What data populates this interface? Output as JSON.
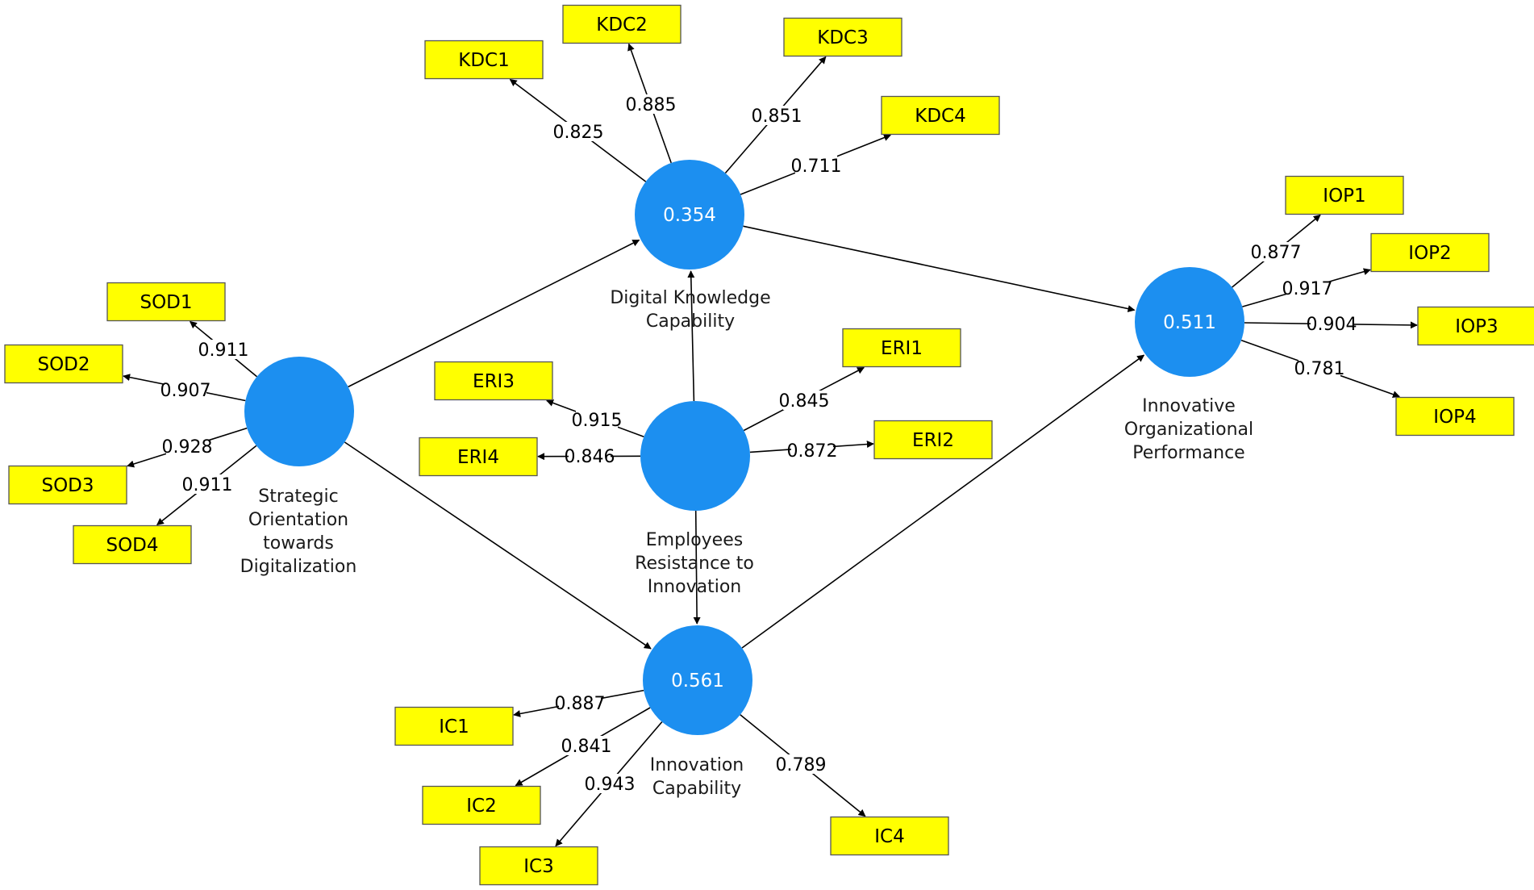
{
  "diagram": {
    "colors": {
      "construct_fill": "#1c8ff0",
      "indicator_fill": "#ffff00",
      "arrow": "#000000"
    },
    "constructs": [
      {
        "id": "SOD",
        "name_lines": [
          "Strategic",
          "Orientation",
          "towards",
          "Digitalization"
        ],
        "r2": ""
      },
      {
        "id": "DKC",
        "name_lines": [
          "Digital Knowledge",
          "Capability"
        ],
        "r2": "0.354"
      },
      {
        "id": "ERI",
        "name_lines": [
          "Employees",
          "Resistance to",
          "Innovation"
        ],
        "r2": ""
      },
      {
        "id": "IC",
        "name_lines": [
          "Innovation",
          "Capability"
        ],
        "r2": "0.561"
      },
      {
        "id": "IOP",
        "name_lines": [
          "Innovative",
          "Organizational",
          "Performance"
        ],
        "r2": "0.511"
      }
    ],
    "paths": [
      {
        "from": "SOD",
        "to": "DKC"
      },
      {
        "from": "SOD",
        "to": "IC"
      },
      {
        "from": "ERI",
        "to": "DKC"
      },
      {
        "from": "ERI",
        "to": "IC"
      },
      {
        "from": "DKC",
        "to": "IOP"
      },
      {
        "from": "IC",
        "to": "IOP"
      }
    ],
    "indicators": [
      {
        "label": "KDC1",
        "construct": "DKC",
        "loading": "0.825"
      },
      {
        "label": "KDC2",
        "construct": "DKC",
        "loading": "0.885"
      },
      {
        "label": "KDC3",
        "construct": "DKC",
        "loading": "0.851"
      },
      {
        "label": "KDC4",
        "construct": "DKC",
        "loading": "0.711"
      },
      {
        "label": "SOD1",
        "construct": "SOD",
        "loading": "0.911"
      },
      {
        "label": "SOD2",
        "construct": "SOD",
        "loading": "0.907"
      },
      {
        "label": "SOD3",
        "construct": "SOD",
        "loading": "0.928"
      },
      {
        "label": "SOD4",
        "construct": "SOD",
        "loading": "0.911"
      },
      {
        "label": "ERI1",
        "construct": "ERI",
        "loading": "0.845"
      },
      {
        "label": "ERI2",
        "construct": "ERI",
        "loading": "0.872"
      },
      {
        "label": "ERI3",
        "construct": "ERI",
        "loading": "0.915"
      },
      {
        "label": "ERI4",
        "construct": "ERI",
        "loading": "0.846"
      },
      {
        "label": "IOP1",
        "construct": "IOP",
        "loading": "0.877"
      },
      {
        "label": "IOP2",
        "construct": "IOP",
        "loading": "0.917"
      },
      {
        "label": "IOP3",
        "construct": "IOP",
        "loading": "0.904"
      },
      {
        "label": "IOP4",
        "construct": "IOP",
        "loading": "0.781"
      },
      {
        "label": "IC1",
        "construct": "IC",
        "loading": "0.887"
      },
      {
        "label": "IC2",
        "construct": "IC",
        "loading": "0.841"
      },
      {
        "label": "IC3",
        "construct": "IC",
        "loading": "0.943"
      },
      {
        "label": "IC4",
        "construct": "IC",
        "loading": "0.789"
      }
    ]
  }
}
